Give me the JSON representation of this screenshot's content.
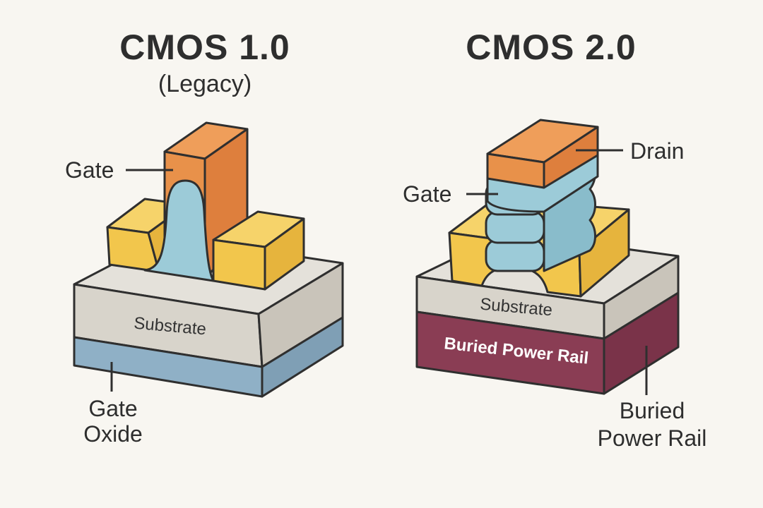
{
  "left": {
    "title": "CMOS 1.0",
    "subtitle": "(Legacy)",
    "labels": {
      "gate": "Gate",
      "substrate": "Substrate",
      "gate_oxide_line1": "Gate",
      "gate_oxide_line2": "Oxide"
    }
  },
  "right": {
    "title": "CMOS 2.0",
    "labels": {
      "drain": "Drain",
      "gate": "Gate",
      "substrate": "Substrate",
      "rail_inner": "Buried Power Rail",
      "rail_line1": "Buried",
      "rail_line2": "Power Rail"
    }
  },
  "colors": {
    "background": "#f8f6f1",
    "orange": "#e8914a",
    "orange_side": "#de7f3d",
    "yellow": "#f2c64c",
    "yellow_side": "#e6b43d",
    "blue": "#9ccbd8",
    "substrate": "#d8d4cb",
    "substrate_top": "#e4e1da",
    "oxide": "#8fb0c6",
    "rail": "#8a3d54"
  }
}
